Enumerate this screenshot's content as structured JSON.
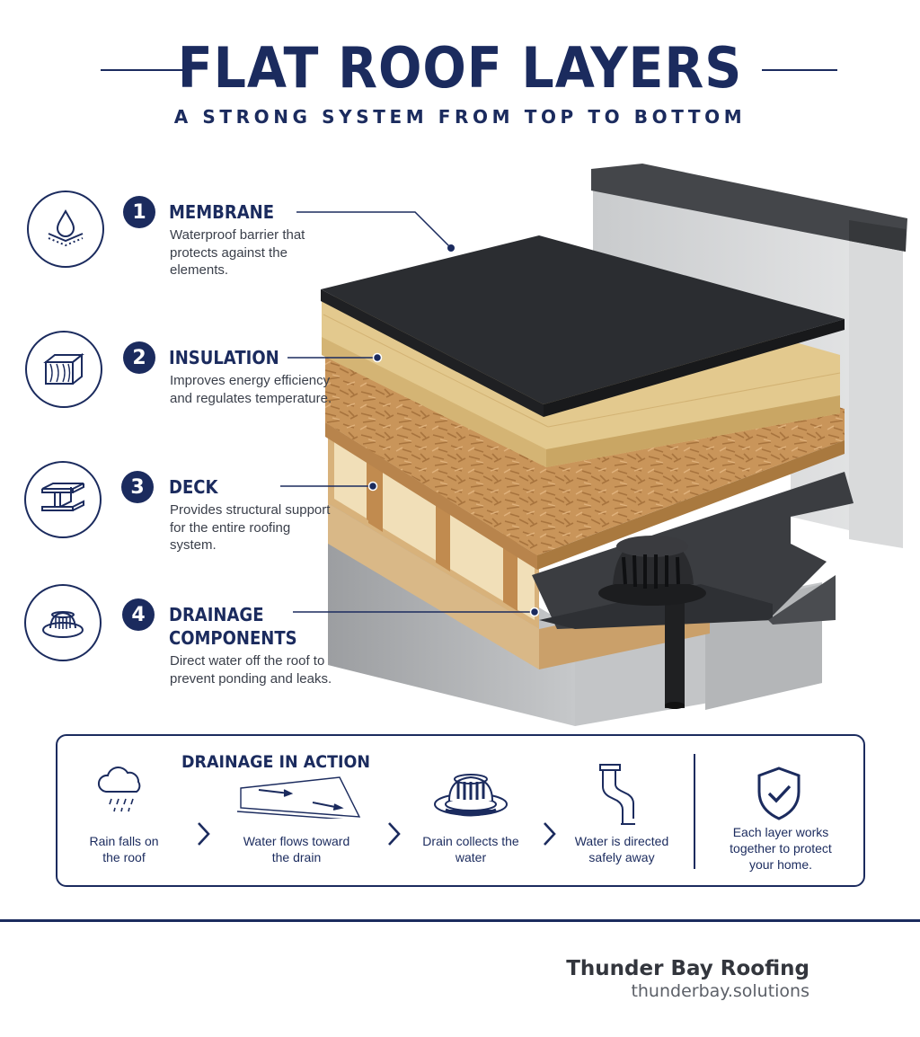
{
  "header": {
    "title": "FLAT ROOF LAYERS",
    "subtitle": "A STRONG SYSTEM FROM TOP TO BOTTOM"
  },
  "layers": [
    {
      "number": "1",
      "name": "MEMBRANE",
      "description": "Waterproof barrier that protects against the elements.",
      "icon": "water-drop-layer-icon"
    },
    {
      "number": "2",
      "name": "INSULATION",
      "description": "Improves energy efficiency and regulates temperature.",
      "icon": "insulation-block-icon"
    },
    {
      "number": "3",
      "name": "DECK",
      "description": "Provides structural support for the entire roofing system.",
      "icon": "i-beam-icon"
    },
    {
      "number": "4",
      "name": "DRAINAGE COMPONENTS",
      "description": "Direct water off the roof to prevent ponding and leaks.",
      "icon": "roof-drain-icon"
    }
  ],
  "drainage": {
    "title": "DRAINAGE IN ACTION",
    "steps": [
      {
        "label": "Rain falls on the roof",
        "icon": "rain-cloud-icon"
      },
      {
        "label": "Water flows toward the drain",
        "icon": "sloped-roof-arrows-icon"
      },
      {
        "label": "Drain collects the water",
        "icon": "roof-drain-icon"
      },
      {
        "label": "Water is directed safely away",
        "icon": "downspout-pipe-icon"
      }
    ],
    "summary": "Each layer works together to protect your home.",
    "summary_icon": "shield-check-icon"
  },
  "footer": {
    "brand": "Thunder Bay Roofing",
    "url": "thunderbay.solutions"
  },
  "colors": {
    "navy": "#1b2b5e",
    "membrane": "#2b2d31",
    "insulation": "#e3c98e",
    "osb": "#c9955a",
    "concrete": "#b7b9bb"
  }
}
